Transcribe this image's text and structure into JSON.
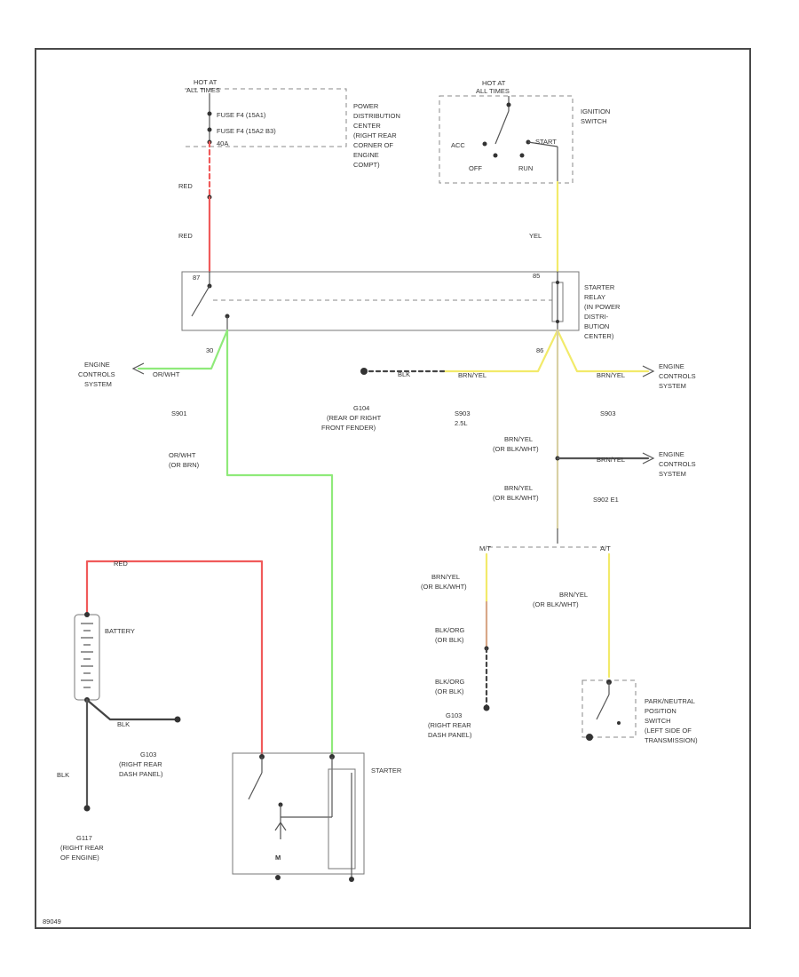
{
  "colors": {
    "red": "#f05a5a",
    "green": "#8fea7a",
    "yellow": "#f2ea6a",
    "tan": "#d8d0a4",
    "black": "#444444"
  },
  "labels": {
    "hot_at_all_times_top": [
      "HOT AT",
      "ALL TIMES"
    ],
    "fuse_1": "FUSE F4      (15A1)",
    "fuse_2": "FUSE F4      (15A2 B3)",
    "fuse_3": "40A",
    "pdc": [
      "POWER",
      "DISTRIBUTION",
      "CENTER",
      "(RIGHT REAR",
      "CORNER OF",
      "ENGINE",
      "COMPT)"
    ],
    "hot_at_all_times_ign": [
      "HOT AT",
      "ALL TIMES"
    ],
    "ignition_switch": [
      "IGNITION",
      "SWITCH"
    ],
    "acc": "ACC",
    "start": "START",
    "off": "OFF",
    "run": "RUN",
    "red_1": "RED",
    "red_2": "RED",
    "yel": "YEL",
    "starter_relay": [
      "STARTER",
      "RELAY",
      "(IN POWER",
      "DISTRI-",
      "BUTION",
      "CENTER)"
    ],
    "term_87": "87",
    "term_30": "30",
    "term_85": "85",
    "term_86": "86",
    "engine_controls_1": [
      "ENGINE",
      "CONTROLS",
      "SYSTEM"
    ],
    "engine_controls_2": [
      "ENGINE",
      "CONTROLS",
      "SYSTEM"
    ],
    "engine_controls_3": [
      "ENGINE",
      "CONTROLS",
      "SYSTEM"
    ],
    "wire_or_wht_1": "OR/WHT",
    "wire_blk": "BLK",
    "wire_brn_yel_1": "BRN/YEL",
    "wire_brn_yel_2": "BRN/YEL",
    "wire_brn_yel_3": "BRN/YEL",
    "splice_1": "S901",
    "splice_2": "S903",
    "splice_2_sub": "2.5L",
    "splice_3": "S903",
    "splice_4": "S902 E1",
    "ground_104": [
      "G104",
      "(REAR OF RIGHT",
      "FRONT FENDER)"
    ],
    "or_wht_or_brn": [
      "OR/WHT",
      "(OR BRN)"
    ],
    "brn_yel_or_blk_wht_1": [
      "BRN/YEL",
      "(OR BLK/WHT)"
    ],
    "brn_yel_or_blk_wht_2": [
      "BRN/YEL",
      "(OR BLK/WHT)"
    ],
    "brn_yel_or_blk_wht_3": [
      "BRN/YEL",
      "(OR BLK/WHT)"
    ],
    "brn_yel_or_blk_wht_4": [
      "BRN/YEL",
      "(OR BLK/WHT)"
    ],
    "mt": "M/T",
    "at": "A/T",
    "blk_org_1": [
      "BLK/ORG",
      "(OR BLK)"
    ],
    "blk_org_2": [
      "BLK/ORG",
      "(OR BLK)"
    ],
    "red_batt": "RED",
    "battery": "BATTERY",
    "blk_batt": "BLK",
    "blk_vert": "BLK",
    "ground_103_a": [
      "G103",
      "(RIGHT REAR",
      "DASH PANEL)"
    ],
    "ground_103_b": [
      "G103",
      "(RIGHT REAR",
      "DASH PANEL)"
    ],
    "ground_117": [
      "G117",
      "(RIGHT REAR",
      "OF ENGINE)"
    ],
    "starter": "STARTER",
    "m_symbol": "M",
    "park_neutral": [
      "PARK/NEUTRAL",
      "POSITION",
      "SWITCH",
      "(LEFT SIDE OF",
      "TRANSMISSION)"
    ],
    "figure_id": "89049"
  }
}
